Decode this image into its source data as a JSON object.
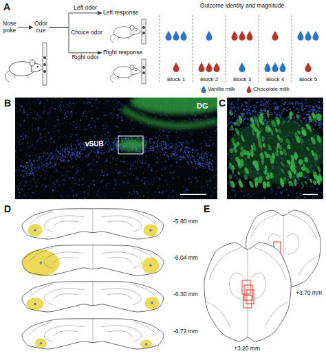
{
  "diagram": {
    "nodes": [
      {
        "text": [
          "Nose poke"
        ]
      },
      {
        "text": [
          "Odor cue"
        ]
      },
      {
        "text": [
          "Left response"
        ]
      },
      {
        "text": [
          "Right response"
        ]
      }
    ],
    "edges": [
      {
        "from": 0,
        "to": 1,
        "arrow": "to"
      },
      {
        "from": 1,
        "to": 2,
        "label": "Left odor",
        "arrow": "to"
      },
      {
        "from": 1,
        "to": 3,
        "label": "Right odor",
        "arrow": "to"
      }
    ],
    "labels": [
      "A",
      "Choice odor",
      "Outcome identity and magnitude",
      "Block 1",
      "Block 2",
      "Block 3",
      "Block 4",
      "Block 5",
      "B",
      "DG",
      "vSUB",
      "C",
      "D",
      "-5.80 mm",
      "-6.04 mm",
      "-6.30 mm",
      "-6.72 mm",
      "E",
      "+3.70 mm",
      "+3.20 mm"
    ],
    "legend": [
      {
        "text": "Vanilla milk",
        "color": "#2e72c6"
      },
      {
        "text": "Chocolate milk",
        "color": "#b5362a"
      }
    ]
  }
}
